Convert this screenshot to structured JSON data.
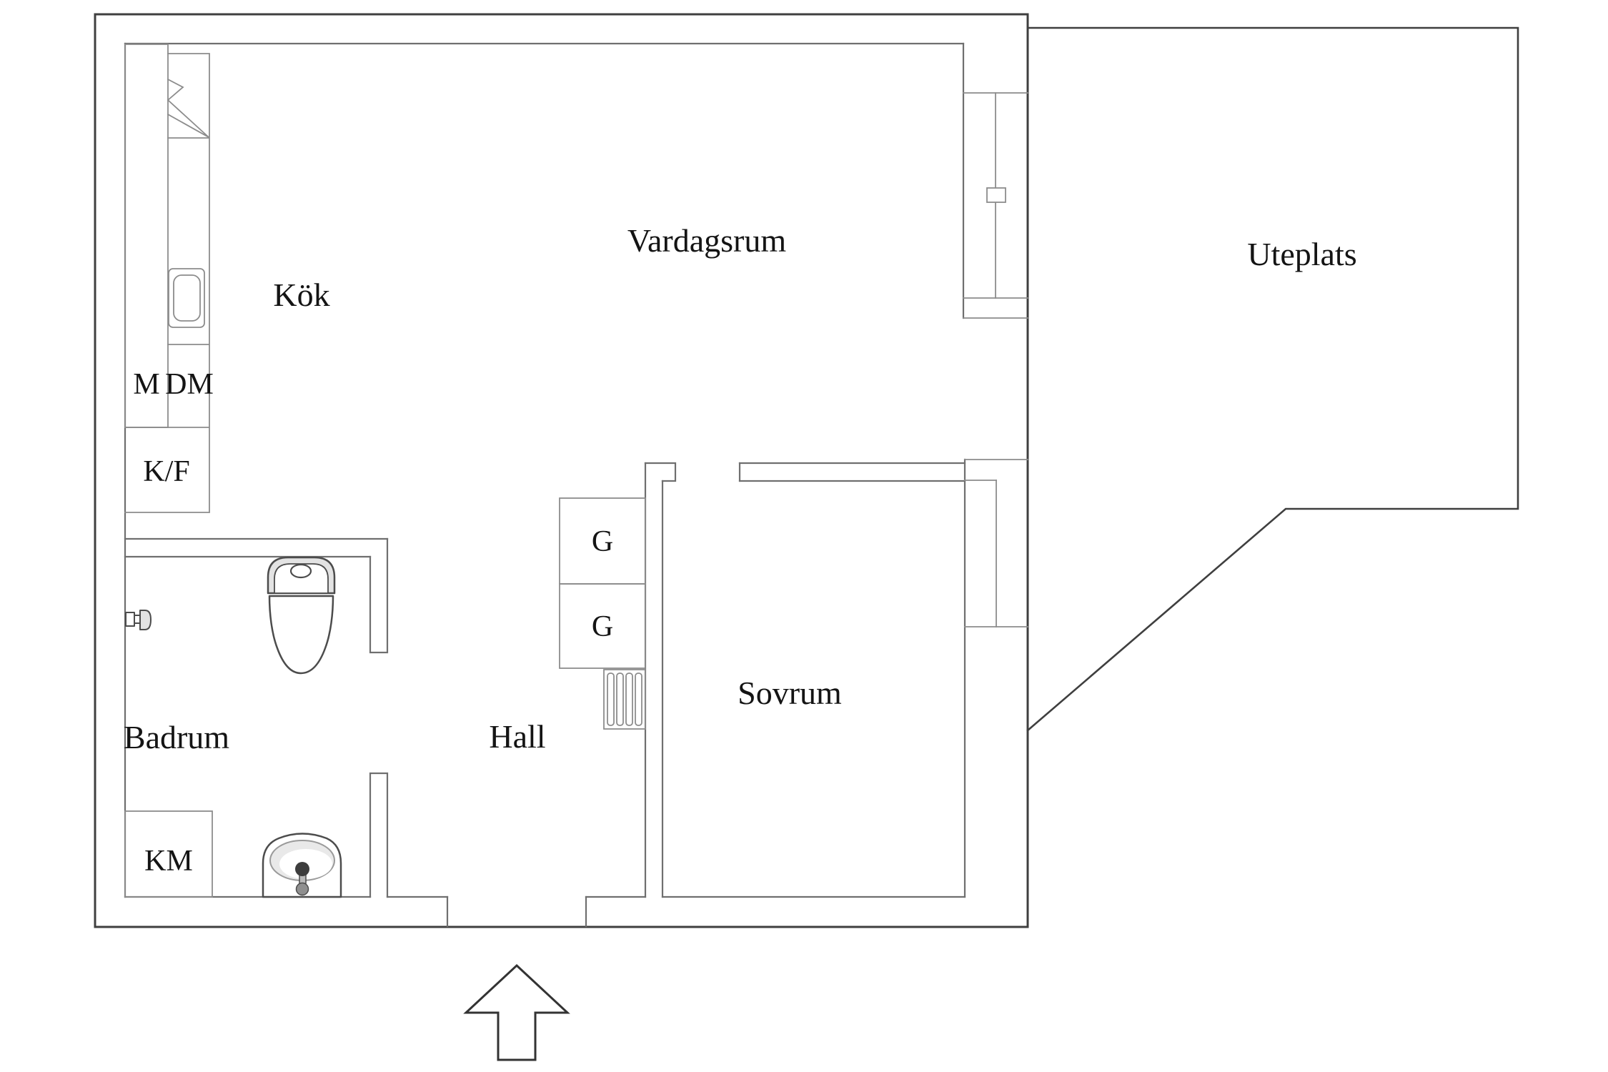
{
  "floor_plan": {
    "room_labels": {
      "kok": "Kök",
      "vardagsrum": "Vardagsrum",
      "uteplats": "Uteplats",
      "badrum": "Badrum",
      "hall": "Hall",
      "sovrum": "Sovrum"
    },
    "unit_labels": {
      "m": "M",
      "dm": "DM",
      "kf": "K/F",
      "g_upper": "G",
      "g_lower": "G",
      "km": "KM"
    },
    "colors": {
      "background": "#ffffff",
      "outer_wall": "#3f3f3f",
      "inner_wall": "#6f6f6f",
      "detail_line": "#8c8c8c",
      "fixture_line": "#4c4c4c",
      "light_fill": "#e3e3e3",
      "label_text": "#141414"
    }
  }
}
